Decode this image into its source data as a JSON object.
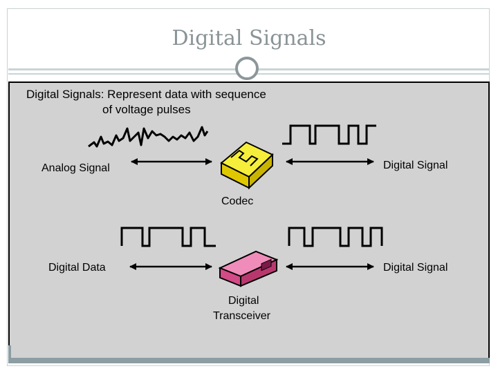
{
  "slide": {
    "title": "Digital Signals"
  },
  "diagram": {
    "heading_line1": "Digital Signals: Represent data with sequence",
    "heading_line2": "of voltage pulses",
    "top_row": {
      "left_label": "Analog Signal",
      "right_label": "Digital Signal",
      "device_label": "Codec"
    },
    "bottom_row": {
      "left_label": "Digital Data",
      "right_label": "Digital Signal",
      "device_label_line1": "Digital",
      "device_label_line2": "Transceiver"
    },
    "colors": {
      "codec": "#f2ea1c",
      "transceiver": "#e8609a",
      "panel": "#d2d2d2"
    }
  }
}
